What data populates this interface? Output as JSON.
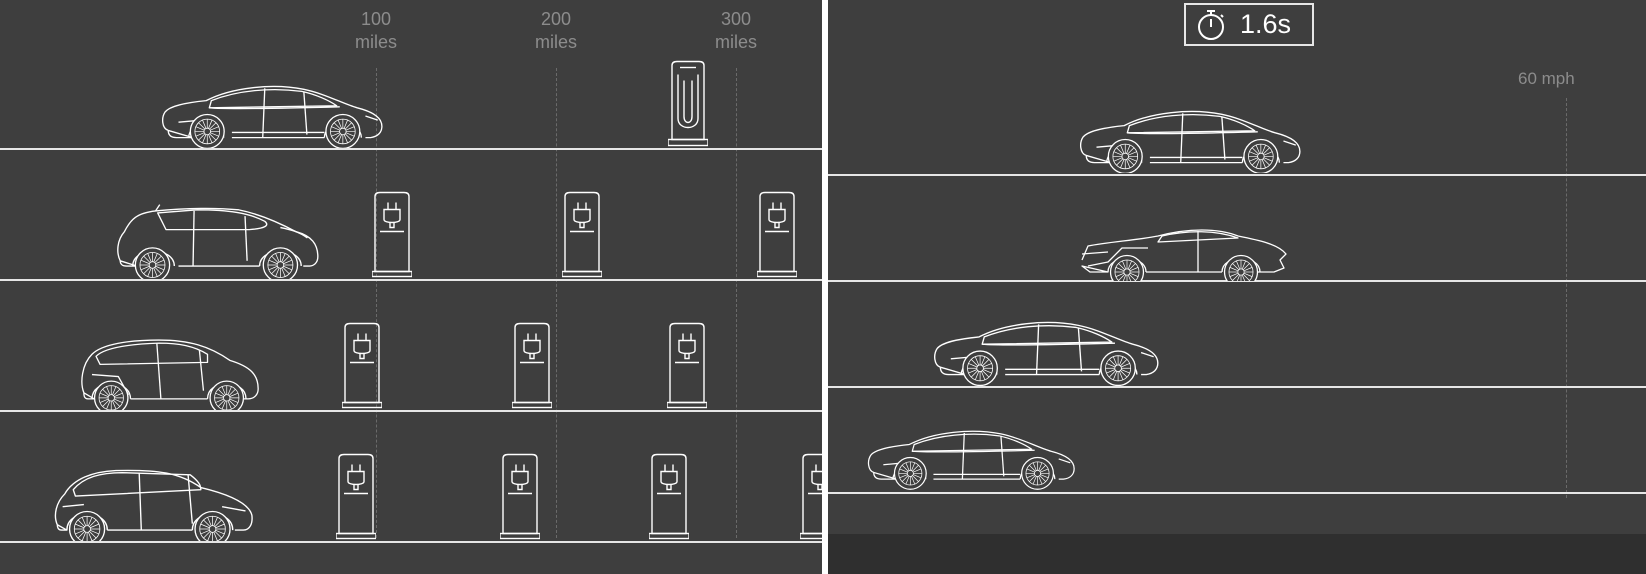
{
  "range_panel": {
    "distance_markers": [
      {
        "value": "100",
        "unit": "miles"
      },
      {
        "value": "200",
        "unit": "miles"
      },
      {
        "value": "300",
        "unit": "miles"
      }
    ],
    "lanes": [
      {
        "car_icon": "tesla-sedan-icon",
        "station_icon": "tesla-supercharger-icon"
      },
      {
        "car_icon": "hatchback-ev-icon",
        "station_icon": "charging-station-icon"
      },
      {
        "car_icon": "compact-ev-icon",
        "station_icon": "charging-station-icon"
      },
      {
        "car_icon": "mpv-ev-icon",
        "station_icon": "charging-station-icon"
      }
    ]
  },
  "acceleration_panel": {
    "timer": {
      "icon": "stopwatch-icon",
      "value": "1.6s"
    },
    "speed_marker": "60 mph",
    "lanes": [
      {
        "car_icon": "tesla-sedan-icon"
      },
      {
        "car_icon": "supercar-icon"
      },
      {
        "car_icon": "luxury-sedan-icon"
      },
      {
        "car_icon": "compact-sedan-icon"
      }
    ]
  },
  "colors": {
    "background": "#3e3e3e",
    "line": "#e6e6e6",
    "muted_text": "#8c8c8c",
    "footer": "#2f2f2f"
  }
}
